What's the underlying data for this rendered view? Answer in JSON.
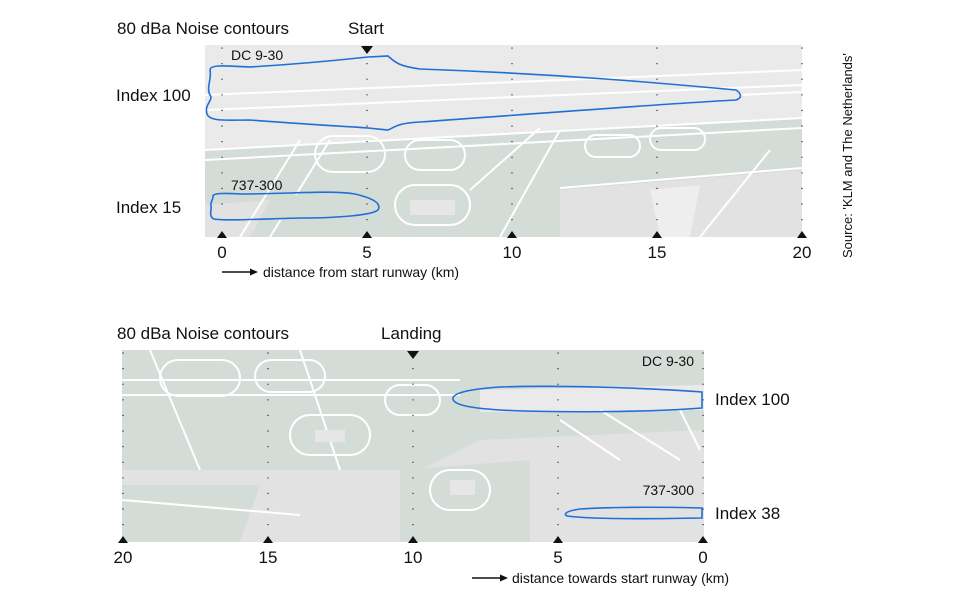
{
  "colors": {
    "map_ground": "#e0e0e0",
    "map_taxi": "#d3dcd8",
    "map_line": "#ffffff",
    "contour": "#1f6fd6",
    "text": "#111111"
  },
  "takeoff": {
    "title": "80 dBa Noise contours",
    "marker_label": "Start",
    "marker_km": 5,
    "ticks": [
      "0",
      "5",
      "10",
      "15",
      "20"
    ],
    "tick_values": [
      0,
      5,
      10,
      15,
      20
    ],
    "axis_caption": "distance from start runway (km)",
    "contours": [
      {
        "aircraft": "DC 9-30",
        "index_label": "Index 100",
        "length_km": 17.9
      },
      {
        "aircraft": "737-300",
        "index_label": "Index 15",
        "length_km": 5.4
      }
    ]
  },
  "landing": {
    "title": "80 dBa Noise contours",
    "marker_label": "Landing",
    "marker_km": 10,
    "ticks": [
      "20",
      "15",
      "10",
      "5",
      "0"
    ],
    "tick_values": [
      20,
      15,
      10,
      5,
      0
    ],
    "axis_caption": "distance towards start runway (km)",
    "contours": [
      {
        "aircraft": "DC 9-30",
        "index_label": "Index 100",
        "length_km": 8.6
      },
      {
        "aircraft": "737-300",
        "index_label": "Index 38",
        "length_km": 4.8
      }
    ]
  },
  "source": "Source: 'KLM and The Netherlands'"
}
